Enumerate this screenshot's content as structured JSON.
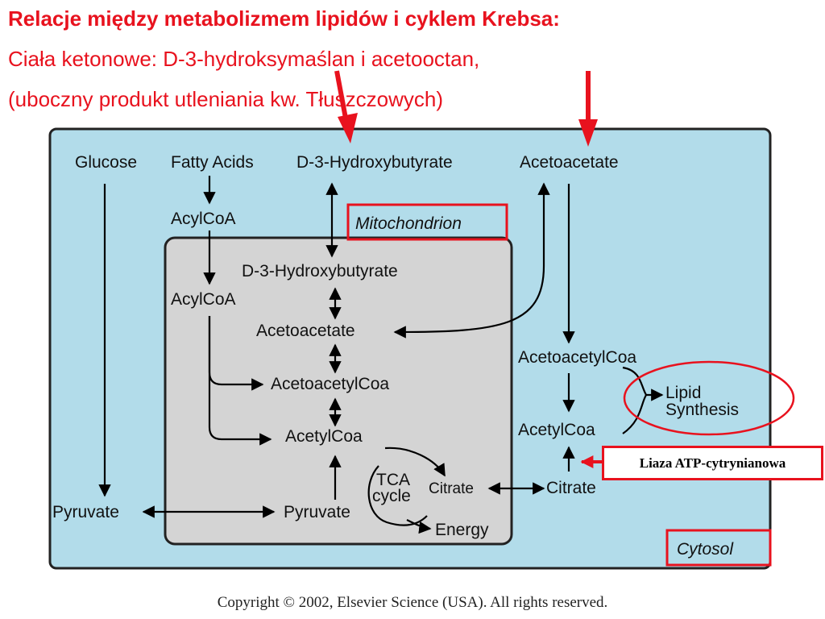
{
  "header": {
    "title": "Relacje między metabolizmem lipidów i cyklem Krebsa:",
    "line2": "Ciała ketonowe: D-3-hydroksymaślan i acetooctan,",
    "line3": "(uboczny produkt utleniania kw. Tłuszczowych)"
  },
  "diagram": {
    "top_labels": {
      "glucose": "Glucose",
      "fatty_acids": "Fatty Acids",
      "hydroxybutyrate": "D-3-Hydroxybutyrate",
      "acetoacetate": "Acetoacetate"
    },
    "acylcoa_outer": "AcylCoA",
    "acylcoa_inner": "AcylCoA",
    "mitochondrion": "Mitochondrion",
    "mito": {
      "hydroxybutyrate": "D-3-Hydroxybutyrate",
      "acetoacetate": "Acetoacetate",
      "acetoacetylcoa": "AcetoacetylCoa",
      "acetylcoa": "AcetylCoa",
      "tca_line1": "TCA",
      "tca_line2": "cycle",
      "citrate": "Citrate",
      "energy": "Energy",
      "pyruvate": "Pyruvate"
    },
    "cyto": {
      "acetoacetylcoa": "AcetoacetylCoa",
      "acetylcoa": "AcetylCoa",
      "citrate": "Citrate",
      "lipid_line1": "Lipid",
      "lipid_line2": "Synthesis",
      "pyruvate": "Pyruvate"
    },
    "cytosol": "Cytosol",
    "enzyme_label": "Liaza ATP-cytrynianowa"
  },
  "copyright": "Copyright © 2002, Elsevier Science (USA). All rights reserved.",
  "colors": {
    "accent_red": "#e8121e",
    "cytosol_bg": "#b2dcea",
    "mito_bg": "#d4d4d4"
  }
}
